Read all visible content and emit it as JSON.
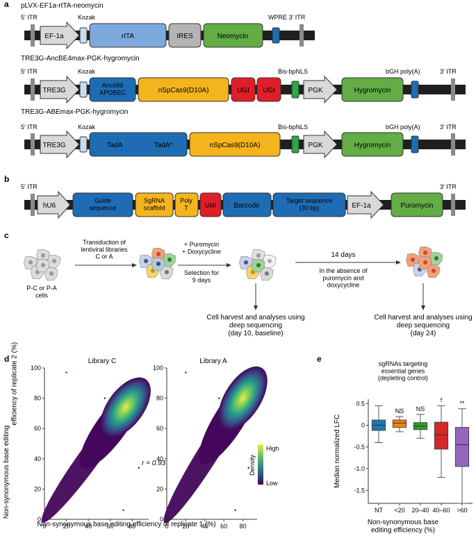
{
  "panels": {
    "a": "a",
    "b": "b",
    "c": "c",
    "d": "d",
    "e": "e"
  },
  "colors": {
    "blue": "#1e6db4",
    "light_blue": "#7ea9dd",
    "yellow": "#f4b41e",
    "red": "#e01e28",
    "green": "#63ac46",
    "bright_green": "#2ca845",
    "grey": "#b4b4b4",
    "pale_blue": "#c9dcee",
    "backbone": "#1f1f1f"
  },
  "constructs": [
    {
      "title": "pLVX-EF1a-rtTA-neomycin",
      "itr5": "5′ ITR",
      "kozak": "Kozak",
      "promoter": "EF-1a",
      "rtta": "rtTA",
      "ires": "IRES",
      "resistance": "Neomycin",
      "wpre": "WPRE 3′ ITR"
    },
    {
      "title": "TRE3G-AncBE4max-PGK-hygromycin",
      "itr5": "5′ ITR",
      "kozak": "Kozak",
      "promoter": "TRE3G",
      "deaminase": "Anc689\nAPOBEC",
      "cas9": "nSpCas9(D10A)",
      "ugi1": "UGI",
      "ugi2": "UGI",
      "nls": "Bis-bpNLS",
      "pgk": "PGK",
      "resistance": "Hygromycin",
      "polya": "bGH poly(A)",
      "itr3": "3′ ITR"
    },
    {
      "title": "TRE3G-ABEmax-PGK-hygromycin",
      "itr5": "5′ ITR",
      "kozak": "Kozak",
      "promoter": "TRE3G",
      "tada": "TadA",
      "tada2": "TadA*",
      "cas9": "nSpCas9(D10A)",
      "nls": "Bis-bpNLS",
      "pgk": "PGK",
      "resistance": "Hygromycin",
      "polya": "bGH poly(A)",
      "itr3": "3′ ITR"
    }
  ],
  "library": {
    "itr5": "5′ ITR",
    "itr3": "3′ ITR",
    "promoter": "hU6",
    "guide": "Guide\nsequence",
    "scaffold": "SgRNA\nscaffold",
    "polyt": "Poly\nT",
    "umi": "UMI",
    "barcode": "Barcode",
    "target": "Target sequence\n(30 bp)",
    "ef1a": "EF-1a",
    "resistance": "Puromycin"
  },
  "workflow": {
    "cells_label": "P-C or P-A\ncells",
    "step1": "Transduction of\nlentiviral libraries\nC or A",
    "step2": "+ Puromycin\n+ Doxycycline",
    "step2b": "Selection for\n9 days",
    "step3": "14 days",
    "step3b": "In the absence of\npuromycin and\ndoxycycline",
    "harvest1": "Cell harvest and analyses using\ndeep sequencing\n(day 10, baseline)",
    "harvest2": "Cell harvest and analyses using\ndeep sequencing\n(day 24)"
  },
  "chart_data": [
    {
      "type": "scatter",
      "title": "Library C",
      "xlabel": "Non-synonymous base editing efficiency of replicate 1 (%)",
      "ylabel": "Non-synonymous base editing\nefficiency of replicate 2 (%)",
      "xlim": [
        0,
        95
      ],
      "ylim": [
        0,
        100
      ],
      "xticks": [
        0,
        20,
        40,
        60,
        80
      ],
      "yticks": [
        0,
        20,
        40,
        60,
        80,
        100
      ],
      "annotation": "r = 0.93",
      "density_peak": [
        74,
        74
      ],
      "colorbar": {
        "label": "Density",
        "high": "High",
        "low": "Low"
      }
    },
    {
      "type": "scatter",
      "title": "Library A",
      "xlim": [
        0,
        95
      ],
      "ylim": [
        0,
        100
      ],
      "xticks": [
        0,
        20,
        40,
        60,
        80
      ],
      "yticks": [
        0,
        20,
        40,
        60,
        80,
        100
      ],
      "density_peak": [
        80,
        80
      ]
    },
    {
      "type": "box",
      "title": "sgRNAs targeting\nessential genes\n(depleting control)",
      "xlabel": "Non-synonymous base\nediting efficiency (%)",
      "ylabel": "Median normalized LFC",
      "ylim": [
        -1.8,
        0.6
      ],
      "yticks": [
        0.5,
        0,
        -0.5,
        -1.0,
        -1.5
      ],
      "ytick_labels": [
        "0.5",
        "0",
        "-0.5",
        "-1.0",
        "-1.5"
      ],
      "categories": [
        "NT",
        "<20",
        "20–40",
        "40–60",
        ">60"
      ],
      "boxes": [
        {
          "min": -0.4,
          "q1": -0.12,
          "median": 0.0,
          "q3": 0.12,
          "max": 0.45,
          "color": "#1f77b4",
          "sig": ""
        },
        {
          "min": -0.15,
          "q1": -0.05,
          "median": 0.05,
          "q3": 0.12,
          "max": 0.2,
          "color": "#ff7f0e",
          "sig": "NS"
        },
        {
          "min": -0.3,
          "q1": -0.1,
          "median": -0.02,
          "q3": 0.06,
          "max": 0.25,
          "color": "#2ca02c",
          "sig": "NS"
        },
        {
          "min": -1.2,
          "q1": -0.55,
          "median": -0.22,
          "q3": 0.07,
          "max": 0.45,
          "color": "#d62728",
          "sig": "*"
        },
        {
          "min": -1.8,
          "q1": -0.95,
          "median": -0.45,
          "q3": -0.05,
          "max": 0.38,
          "color": "#9467bd",
          "sig": "**"
        }
      ],
      "outliers": [
        {
          "category": "<20",
          "value": 0.3
        },
        {
          "category": "40–60",
          "value": 0.55
        }
      ]
    }
  ]
}
